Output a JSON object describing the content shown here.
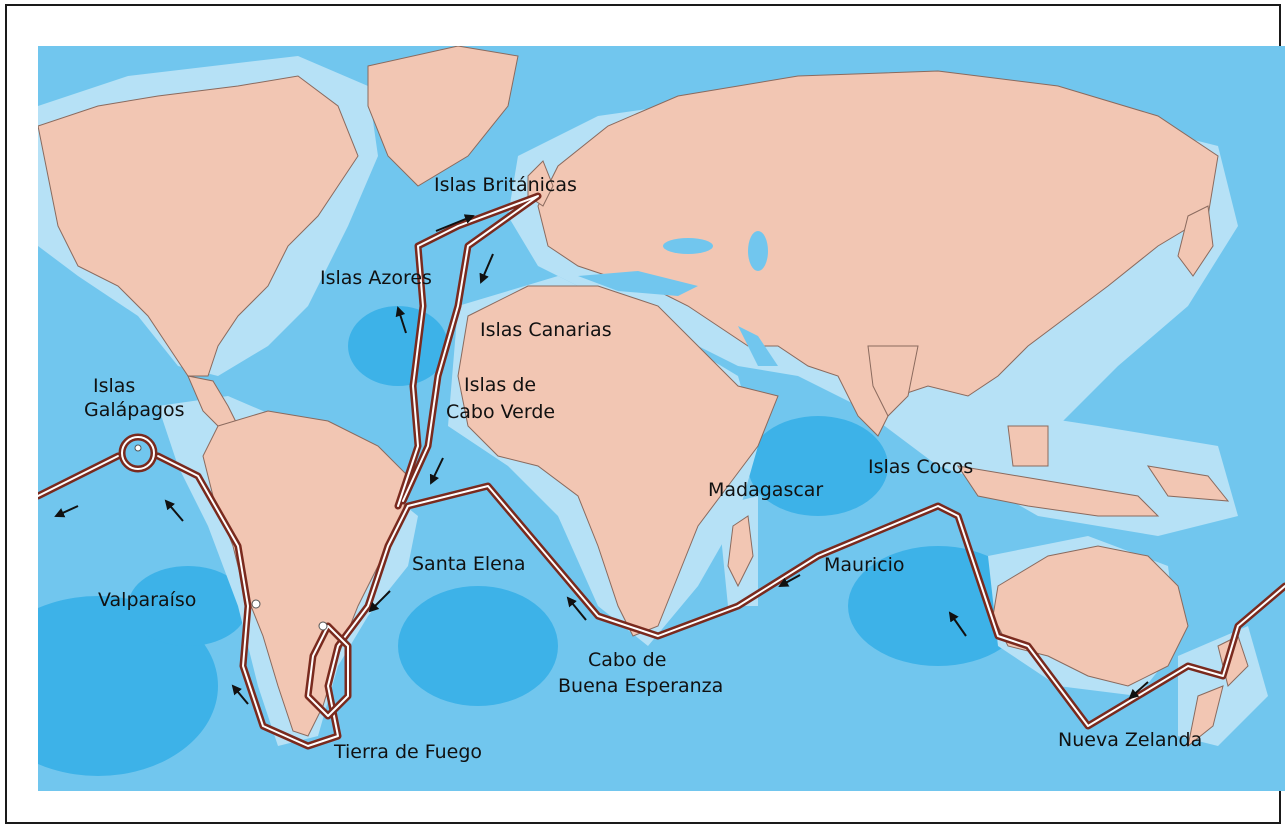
{
  "colors": {
    "ocean_deep": "#3db2e8",
    "ocean": "#71c6ee",
    "ocean_shelf": "#b6e1f6",
    "land": "#f2c6b3",
    "land_outline": "#8a6a5e",
    "route": "#7a2a1e",
    "route_inner": "#ffffff",
    "text": "#111111"
  },
  "map": {
    "title": "",
    "labels": {
      "british_isles": "Islas Británicas",
      "azores": "Islas Azores",
      "canarias": "Islas Canarias",
      "cabo_verde_1": "Islas de",
      "cabo_verde_2": "Cabo Verde",
      "galapagos_1": "Islas",
      "galapagos_2": "Galápagos",
      "valparaiso": "Valparaíso",
      "santa_elena": "Santa  Elena",
      "cabo_buena_1": "Cabo de",
      "cabo_buena_2": "Buena Esperanza",
      "tierra_fuego": "Tierra de Fuego",
      "madagascar": "Madagascar",
      "cocos": "Islas Cocos",
      "mauricio": "Mauricio",
      "nueva_zelanda": "Nueva Zelanda"
    },
    "icons": [
      "direction-arrow-icon",
      "port-marker-icon"
    ]
  }
}
